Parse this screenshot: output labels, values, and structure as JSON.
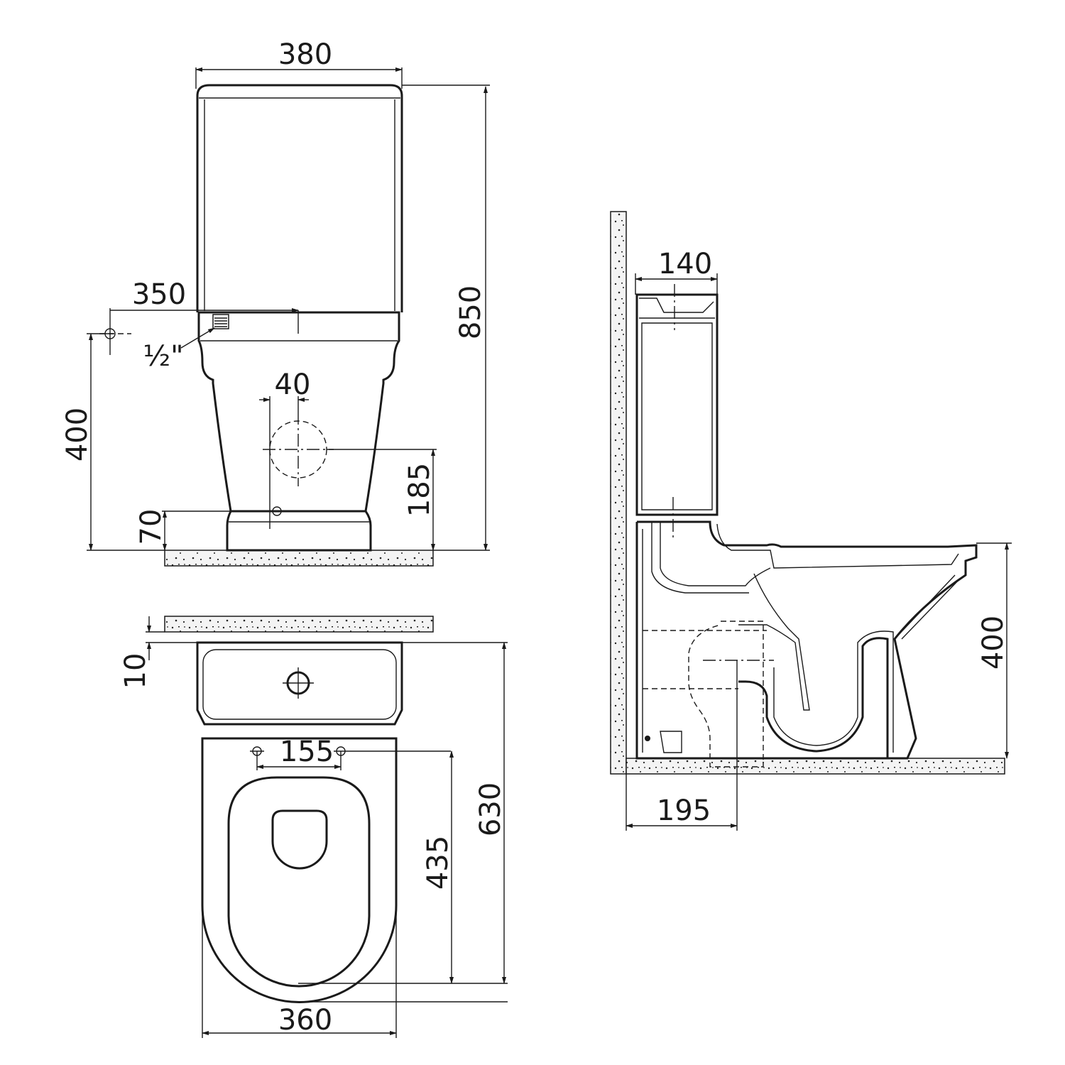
{
  "front_view": {
    "width_top": "380",
    "height_total": "850",
    "inlet_offset": "350",
    "inlet_size": "½\"",
    "outlet_offset": "40",
    "inlet_height": "400",
    "outlet_height": "185",
    "base_height": "70"
  },
  "top_view": {
    "wall_gap": "10",
    "bolt_spacing": "155",
    "depth_total": "630",
    "bolt_to_front": "435",
    "width": "360"
  },
  "side_view": {
    "tank_depth": "140",
    "seat_height": "400",
    "outlet_from_wall": "195"
  },
  "colors": {
    "line": "#1a1a1a",
    "hatch": "#f2f2f2"
  }
}
